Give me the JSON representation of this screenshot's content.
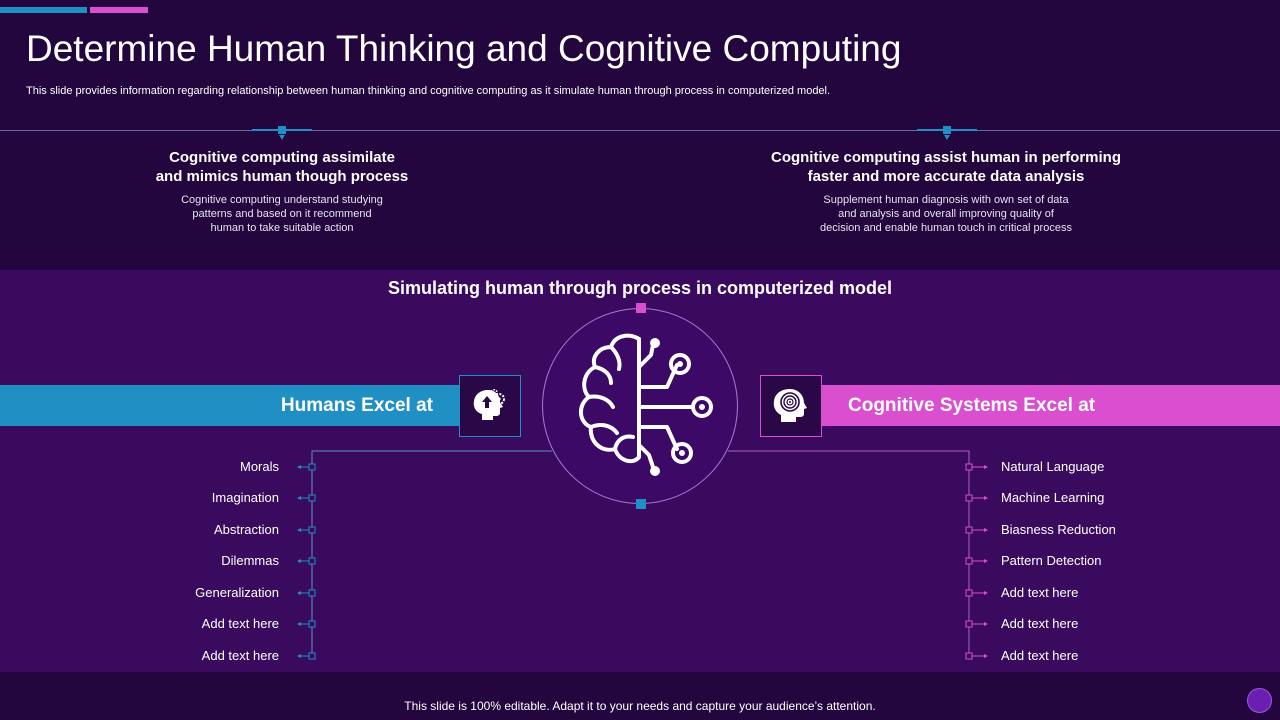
{
  "slide": {
    "title": "Determine Human Thinking and Cognitive Computing",
    "subtitle": "This slide provides information regarding relationship between human thinking and cognitive computing as it simulate human through process in computerized model."
  },
  "info": [
    {
      "heading_line1": "Cognitive computing assimilate",
      "heading_line2": "and mimics human though process",
      "body_line1": "Cognitive computing understand studying",
      "body_line2": "patterns and based on it recommend",
      "body_line3": "human to take suitable action"
    },
    {
      "heading_line1": "Cognitive computing assist  human in performing",
      "heading_line2": "faster  and more accurate data analysis",
      "body_line1": "Supplement human diagnosis with own set of data",
      "body_line2": "and analysis and overall improving quality of",
      "body_line3": "decision and enable human touch in critical process"
    }
  ],
  "center_title": "Simulating human through process in computerized model",
  "humans": {
    "label": "Humans Excel at",
    "items": [
      "Morals",
      "Imagination",
      "Abstraction",
      "Dilemmas",
      "Generalization",
      "Add text here",
      "Add text here"
    ]
  },
  "cognitive": {
    "label": "Cognitive  Systems  Excel at",
    "items": [
      "Natural Language",
      "Machine Learning",
      "Biasness Reduction",
      "Pattern Detection",
      "Add text here",
      "Add text here",
      "Add text here"
    ]
  },
  "footer": {
    "text": "This slide is 100% editable. Adapt it to your needs and capture your audience’s attention."
  },
  "icons": {
    "human_icon": "head-gears-icon",
    "cognitive_icon": "head-target-icon",
    "center_icon": "brain-circuit-icon"
  },
  "colors": {
    "background": "#22063d",
    "panel": "#3a0a5e",
    "blue_accent": "#1f8fc4",
    "pink_accent": "#d94fd0"
  }
}
